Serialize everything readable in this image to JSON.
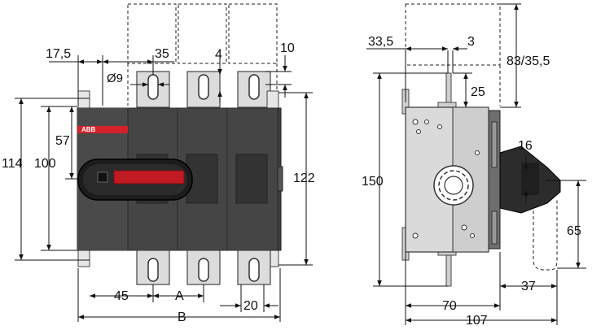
{
  "brand": {
    "logo_text": "ABB",
    "accent": "#d4222b",
    "body_dark": "#3e3e3e",
    "body_mid": "#555555",
    "metal": "#d9d9d9"
  },
  "dimensions": {
    "front": {
      "d_17_5": "17,5",
      "d_35": "35",
      "d_4": "4",
      "d_10": "10",
      "d_9": "Ø9",
      "d_57": "57",
      "d_100": "100",
      "d_114": "114",
      "d_122": "122",
      "d_45": "45",
      "d_A": "A",
      "d_20": "20",
      "d_B": "B"
    },
    "side": {
      "d_33_5": "33,5",
      "d_3": "3",
      "d_83": "83/35,5",
      "d_25": "25",
      "d_150": "150",
      "d_16": "16",
      "d_65": "65",
      "d_37": "37",
      "d_70": "70",
      "d_107": "107"
    }
  }
}
